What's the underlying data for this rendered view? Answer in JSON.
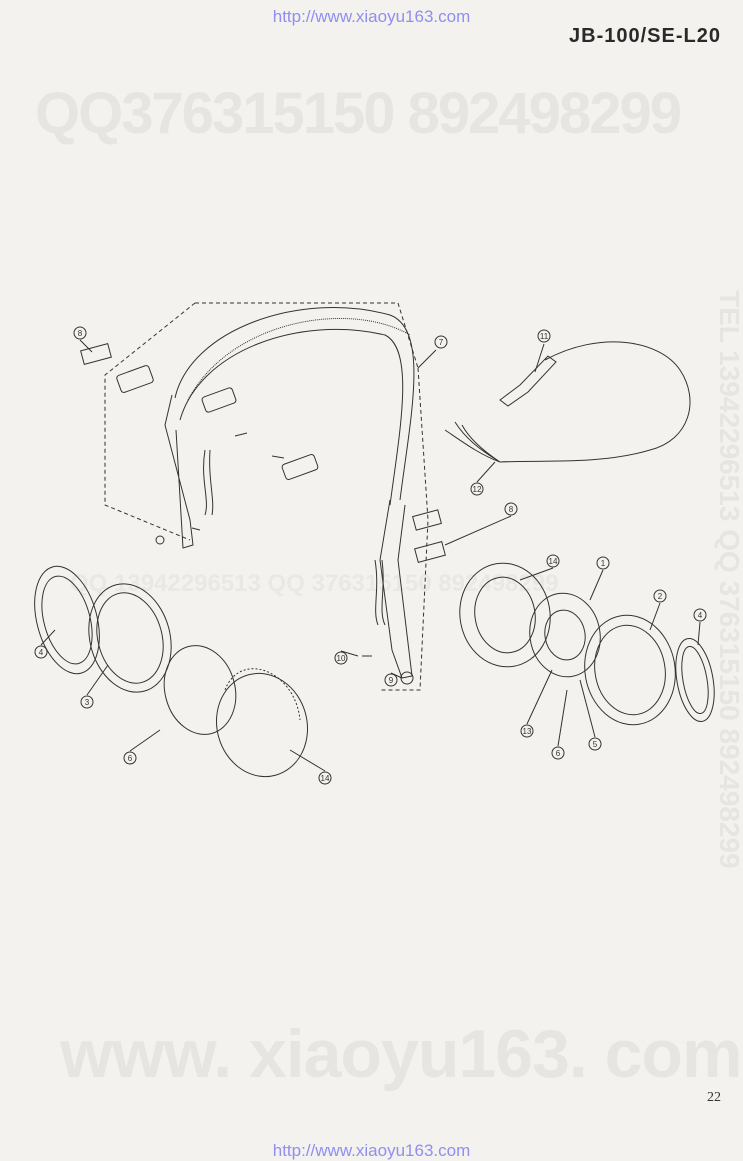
{
  "header": {
    "url": "http://www.xiaoyu163.com",
    "model": "JB-100/SE-L20"
  },
  "watermarks": {
    "qq_top": "QQ376315150   892498299",
    "qq_mid": "QQ 13942296513      QQ 376315150 892498299",
    "site": "www. xiaoyu163. com",
    "side": "TEL 13942296513  QQ 376315150 892498299"
  },
  "callouts": [
    "8",
    "7",
    "11",
    "12",
    "8",
    "14",
    "1",
    "2",
    "4",
    "5",
    "6",
    "13",
    "3",
    "4",
    "6",
    "14",
    "10",
    "9"
  ],
  "footer": {
    "page_number": "22",
    "url": "http://www.xiaoyu163.com"
  }
}
